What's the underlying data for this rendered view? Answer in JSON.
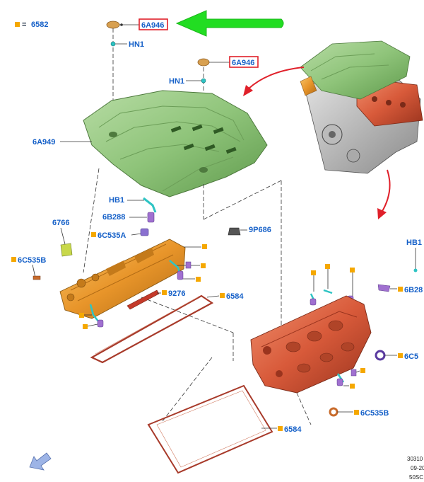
{
  "legend": {
    "symbol": "■",
    "equals": "=",
    "part": "6582",
    "color": "#f5a800"
  },
  "labels": {
    "p6A946_top": "6A946",
    "p6A946_mid": "6A946",
    "hn1_top": "HN1",
    "hn1_mid": "HN1",
    "p6A949": "6A949",
    "hb1_left": "HB1",
    "p6B288_left": "6B288",
    "p6766": "6766",
    "p6C535A": "6C535A",
    "p9P686": "9P686",
    "p6C535B_left": "6C535B",
    "p9276": "9276",
    "p6584_left": "6584",
    "hb1_right": "HB1",
    "p6B28_right": "6B28",
    "p6C5_right": "6C5",
    "p6C535B_right": "6C535B",
    "p6584_right": "6584"
  },
  "footer": {
    "line1": "30310",
    "line2": "09-20",
    "line3": "50SC"
  },
  "colors": {
    "label": "#1560c8",
    "highlight_box": "#e0202a",
    "arrow_green": "#22dd22",
    "cover_green": "#8fc47a",
    "gasket_red": "#c43a2a",
    "valve_cover_orange": "#e8952a",
    "valve_cover_red": "#d85a3a",
    "fastener_square": "#f5a800",
    "nav_arrow": "#9db4e6"
  }
}
